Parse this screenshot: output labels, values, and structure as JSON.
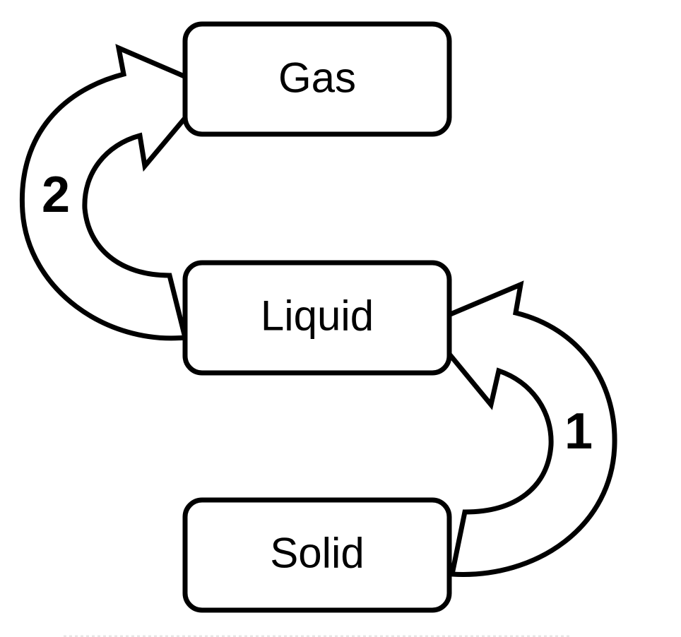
{
  "diagram": {
    "title": "States of matter transitions",
    "states": [
      {
        "id": "gas",
        "label": "Gas"
      },
      {
        "id": "liquid",
        "label": "Liquid"
      },
      {
        "id": "solid",
        "label": "Solid"
      }
    ],
    "transitions": [
      {
        "number": "1",
        "from": "solid",
        "to": "liquid"
      },
      {
        "number": "2",
        "from": "liquid",
        "to": "gas"
      }
    ],
    "colors": {
      "stroke": "#000000",
      "fill": "#ffffff"
    }
  }
}
